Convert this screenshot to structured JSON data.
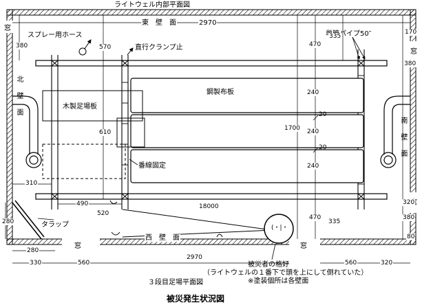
{
  "title_top": "ライトウェル内部平面図",
  "walls": {
    "east": "東　壁　面",
    "west": "西　壁　面",
    "north": "北　壁　面",
    "south": "南　壁　面",
    "window": "窓"
  },
  "labels": {
    "spray_hose": "スプレー用ホース",
    "right_angle_clamp": "直行クランプ止",
    "single_pipe": "単管パイプ50″",
    "steel_plank": "鋼製布板",
    "wood_scaffold": "木製足場板",
    "wire_fix": "番線固定",
    "trap": "タラップ",
    "victim_line1": "被災者の格好",
    "victim_line2": "（ライトウェルの１番下で頭を上にして倒れていた）",
    "painted_note": "※塗装個所は各壁面",
    "victim_mark": "(・|・"
  },
  "dims": {
    "d2970": "2970",
    "d2970b": "2970",
    "d170": "170",
    "d380": "380",
    "d380r": "380",
    "d380rb": "380",
    "d570": "570",
    "d470": "470",
    "d470b": "470",
    "d335": "335",
    "d335b": "335",
    "d240a": "240",
    "d240b": "240",
    "d240c": "240",
    "d20a": "20",
    "d20b": "20",
    "d610": "610",
    "d1700": "1700",
    "d310": "310",
    "d490": "490",
    "d18000": "18000",
    "d520": "520",
    "d320": "320",
    "d280v": "280",
    "d280": "280",
    "d330": "330",
    "d560": "560",
    "d560r": "560",
    "d320b": "320",
    "d80": "80"
  },
  "captions": {
    "sub": "３段目足場平面図",
    "main": "被災発生状況図"
  }
}
